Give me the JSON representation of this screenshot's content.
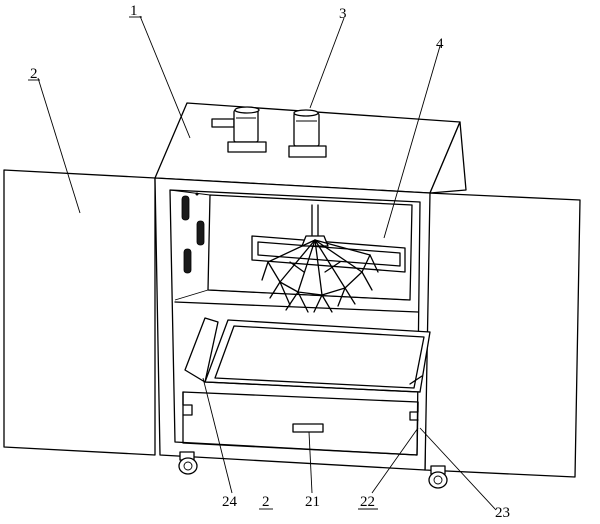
{
  "labels": {
    "cabinet": "1",
    "left_door": "2",
    "motors": "3",
    "rack": "4",
    "drawer_label": "2",
    "handle": "21",
    "slot": "22",
    "guide": "23",
    "tray": "24"
  }
}
